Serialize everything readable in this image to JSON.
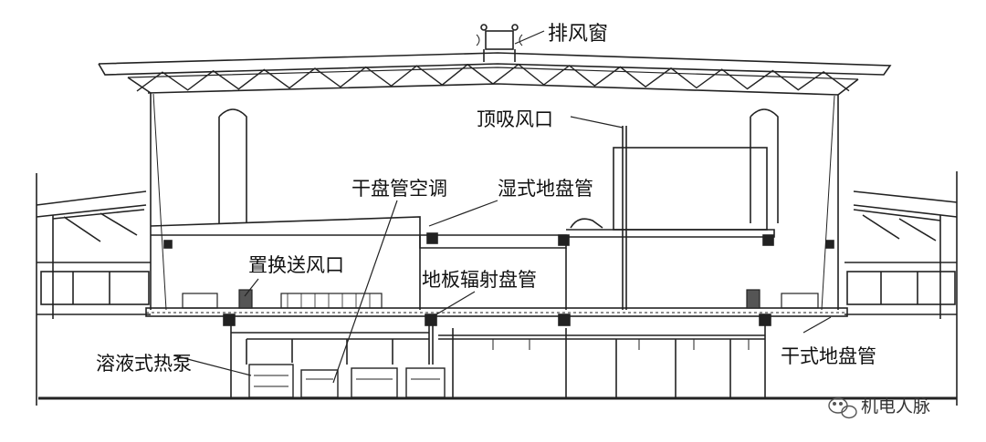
{
  "diagram": {
    "labels": {
      "exhaust_window": "排风窗",
      "top_exhaust_outlet": "顶吸风口",
      "dry_coil_ac": "干盘管空调",
      "wet_floor_coil": "湿式地盘管",
      "displacement_supply": "置换送风口",
      "floor_radiant_coil": "地板辐射盘管",
      "solution_heat_pump": "溶液式热泵",
      "dry_floor_coil": "干式地盘管"
    },
    "watermark": "机电人脉",
    "colors": {
      "line": "#222222",
      "background": "#ffffff"
    }
  }
}
